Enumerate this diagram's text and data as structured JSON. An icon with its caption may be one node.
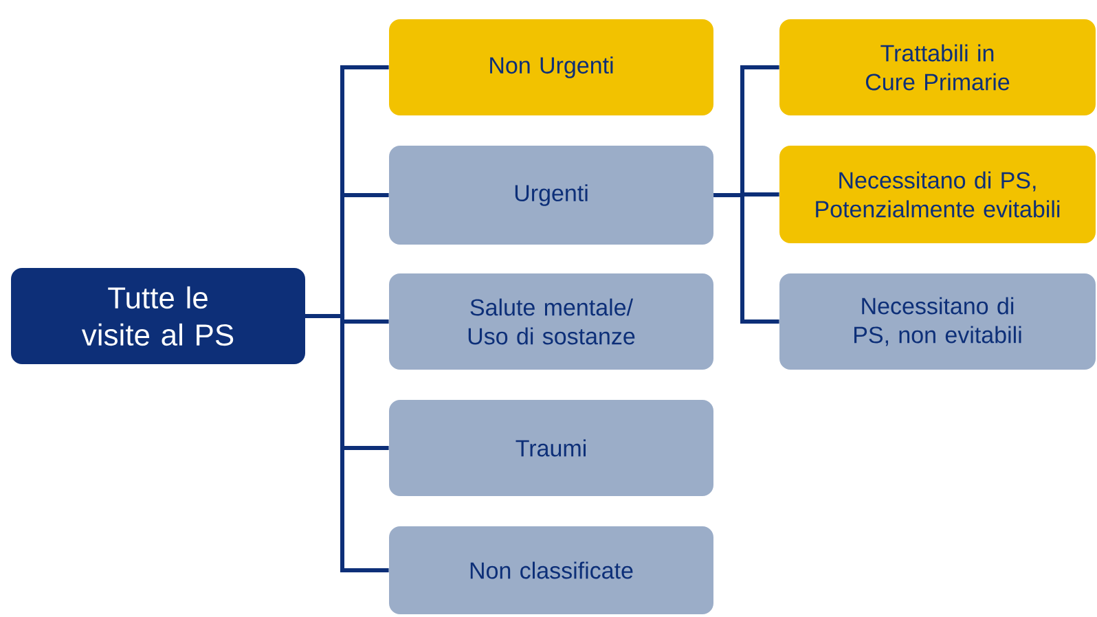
{
  "diagram": {
    "nodes": [
      {
        "text": [
          "Tutte le visite al PS"
        ]
      },
      {
        "text": [
          "Non Urgenti"
        ]
      },
      {
        "text": [
          "Urgenti"
        ]
      },
      {
        "text": [
          "Salute mentale/ Uso di sostanze"
        ]
      },
      {
        "text": [
          "Traumi"
        ]
      },
      {
        "text": [
          "Non classificate"
        ]
      },
      {
        "text": [
          "Trattabili in Cure Primarie"
        ]
      },
      {
        "text": [
          "Necessitano di PS, Potenzialmente evitabili"
        ]
      },
      {
        "text": [
          "Necessitano di PS, non evitabili"
        ]
      }
    ],
    "edges": [
      {
        "from": 0,
        "to": 1,
        "arrow": "none"
      },
      {
        "from": 0,
        "to": 2,
        "arrow": "none"
      },
      {
        "from": 0,
        "to": 3,
        "arrow": "none"
      },
      {
        "from": 0,
        "to": 4,
        "arrow": "none"
      },
      {
        "from": 0,
        "to": 5,
        "arrow": "none"
      },
      {
        "from": 2,
        "to": 6,
        "arrow": "none"
      },
      {
        "from": 2,
        "to": 7,
        "arrow": "none"
      },
      {
        "from": 2,
        "to": 8,
        "arrow": "none"
      }
    ]
  }
}
